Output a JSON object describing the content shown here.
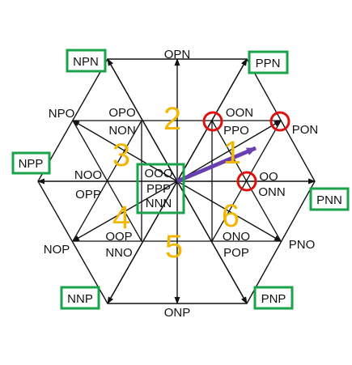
{
  "colors": {
    "line": "#111111",
    "box": "#1aa34a",
    "circle": "#e01010",
    "arrow": "#6a3fb0",
    "sector": "#f2b705"
  },
  "outer_boxed_labels": [
    "NPN",
    "PPN",
    "NPP",
    "PNN",
    "NNP",
    "PNP"
  ],
  "plain_labels": [
    "OPN",
    "NPO",
    "OPO",
    "NON",
    "OON",
    "PPO",
    "PON",
    "NOO",
    "OPP",
    "OOO",
    "PPP",
    "NNN",
    "OOP",
    "NNO",
    "ONO",
    "POP",
    "NOP",
    "PNO",
    "ONP",
    "ONN"
  ],
  "sector_numbers": [
    "1",
    "2",
    "3",
    "4",
    "5",
    "6"
  ],
  "center_boxed_marker": true,
  "red_circle_markers": 3,
  "reference_arrow": "reference-vector"
}
